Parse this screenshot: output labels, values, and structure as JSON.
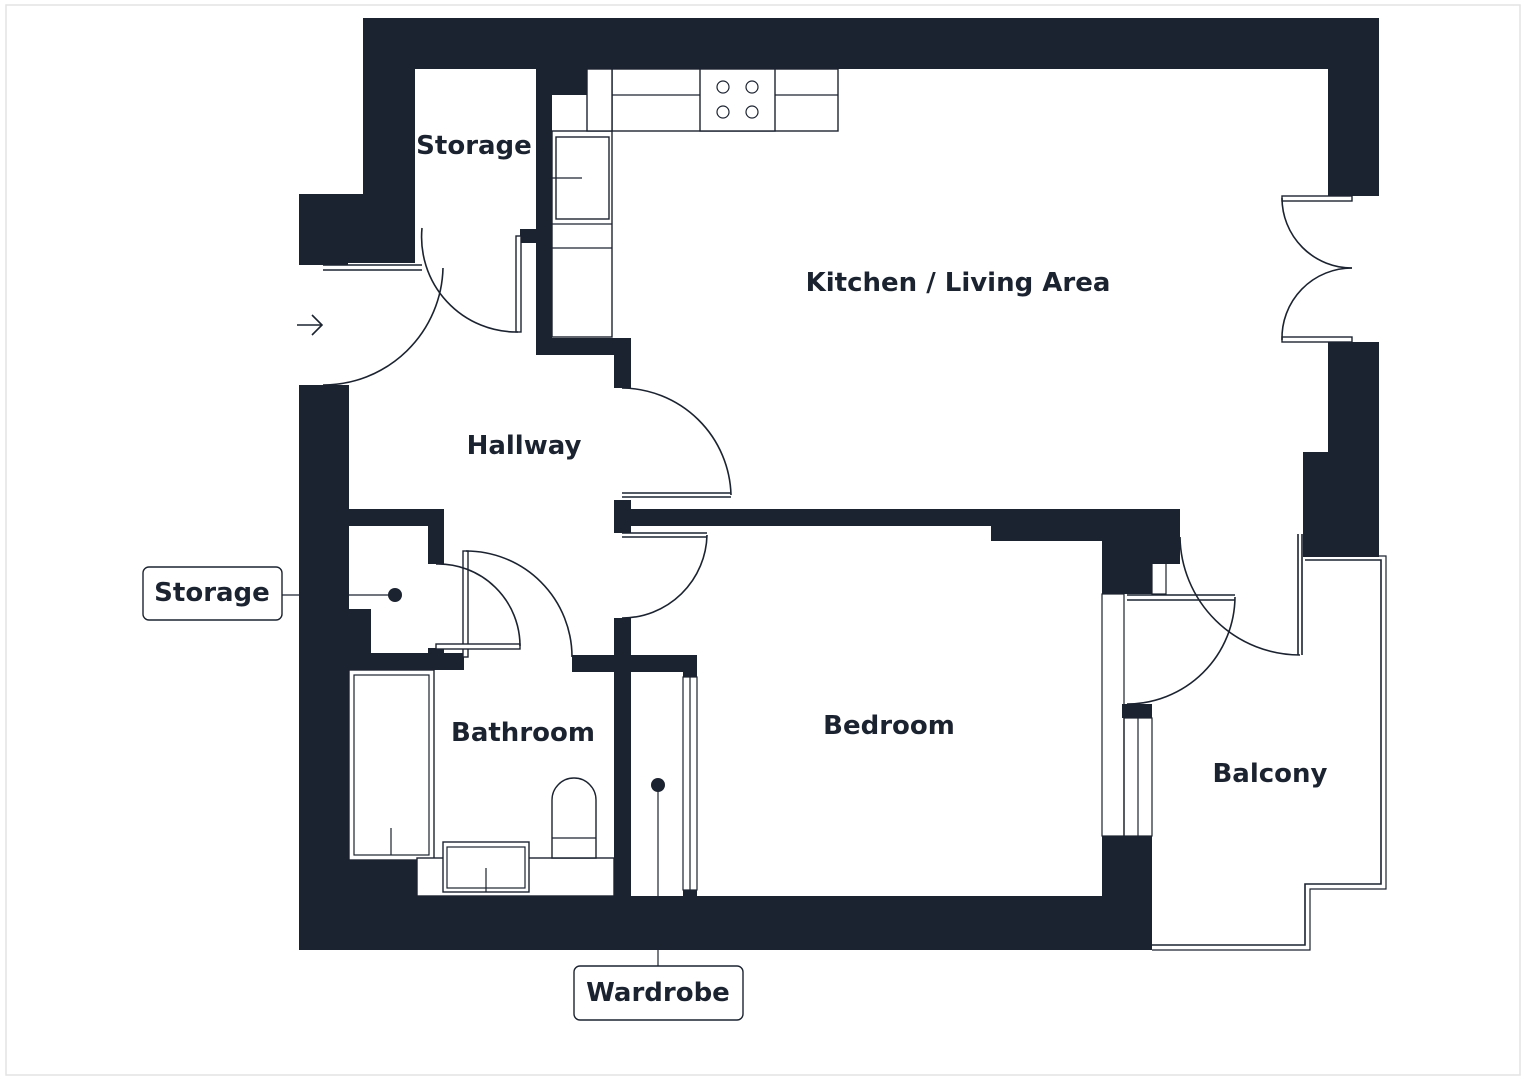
{
  "rooms": {
    "storage_top": "Storage",
    "kitchen_living": "Kitchen / Living Area",
    "hallway": "Hallway",
    "bathroom": "Bathroom",
    "bedroom": "Bedroom",
    "balcony": "Balcony"
  },
  "callouts": {
    "storage": "Storage",
    "wardrobe": "Wardrobe"
  },
  "colors": {
    "wall": "#1c2330",
    "background": "#ffffff"
  },
  "icons": {
    "entrance": "arrow-right-icon"
  }
}
